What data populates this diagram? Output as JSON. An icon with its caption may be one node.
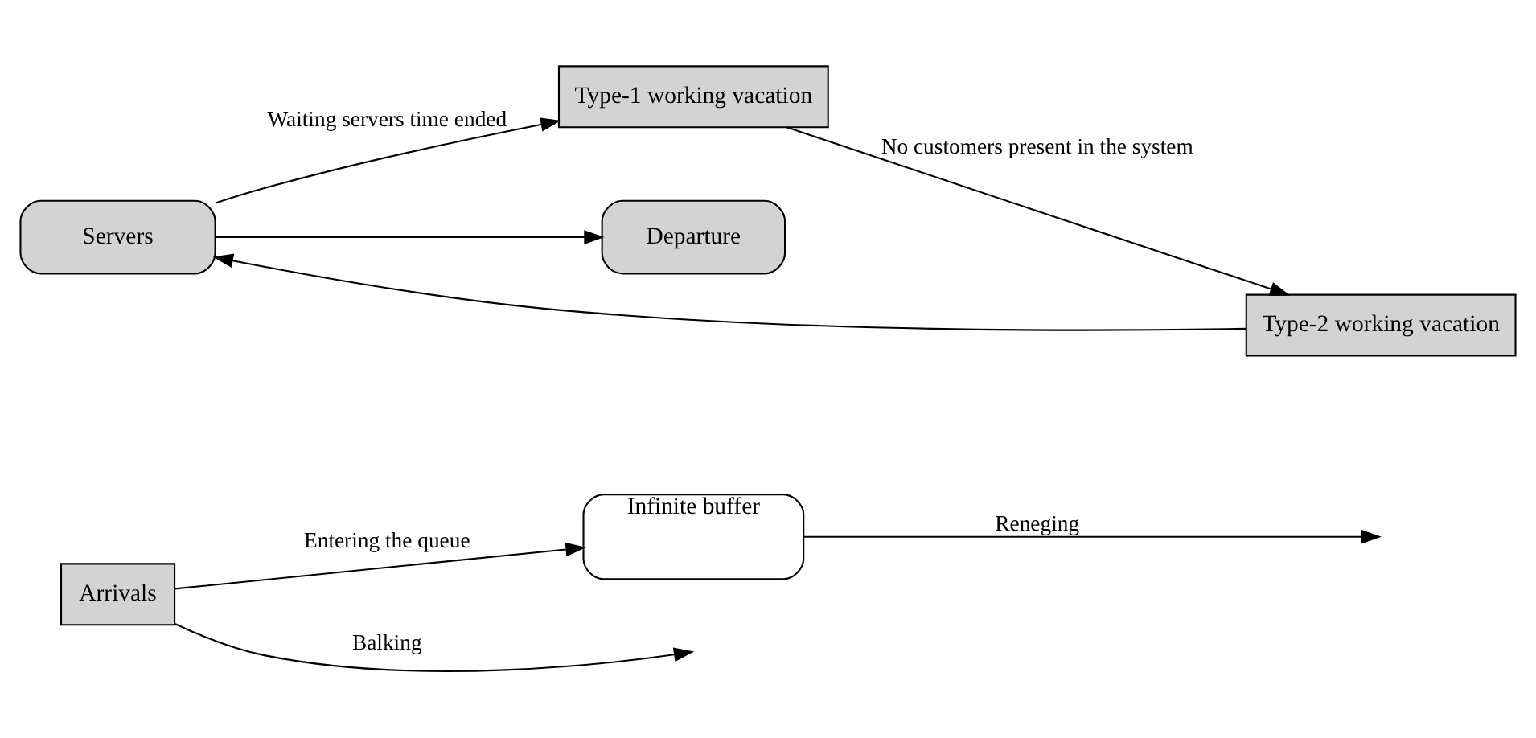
{
  "diagram": {
    "nodes": [
      {
        "text": [
          "Arrivals"
        ]
      },
      {
        "text": [
          "Infinite buffer"
        ]
      },
      {
        "text": [
          "Servers"
        ]
      },
      {
        "text": [
          "Type-1 working vacation"
        ]
      },
      {
        "text": [
          "Type-2 working vacation"
        ]
      },
      {
        "text": [
          "Departure"
        ]
      }
    ],
    "edges": [
      {
        "from": 0,
        "to": null,
        "arrow": "to",
        "label": "Balking"
      },
      {
        "from": 0,
        "to": 1,
        "arrow": "to",
        "label": "Entering the queue"
      },
      {
        "from": 1,
        "to": null,
        "arrow": "to",
        "label": "Reneging"
      },
      {
        "from": 2,
        "to": 3,
        "arrow": "to",
        "label": "Waiting servers time ended"
      },
      {
        "from": 3,
        "to": 4,
        "arrow": "to",
        "label": "No customers present in the system"
      },
      {
        "from": 4,
        "to": 2,
        "arrow": "to"
      },
      {
        "from": 2,
        "to": 5,
        "arrow": "to"
      }
    ]
  }
}
